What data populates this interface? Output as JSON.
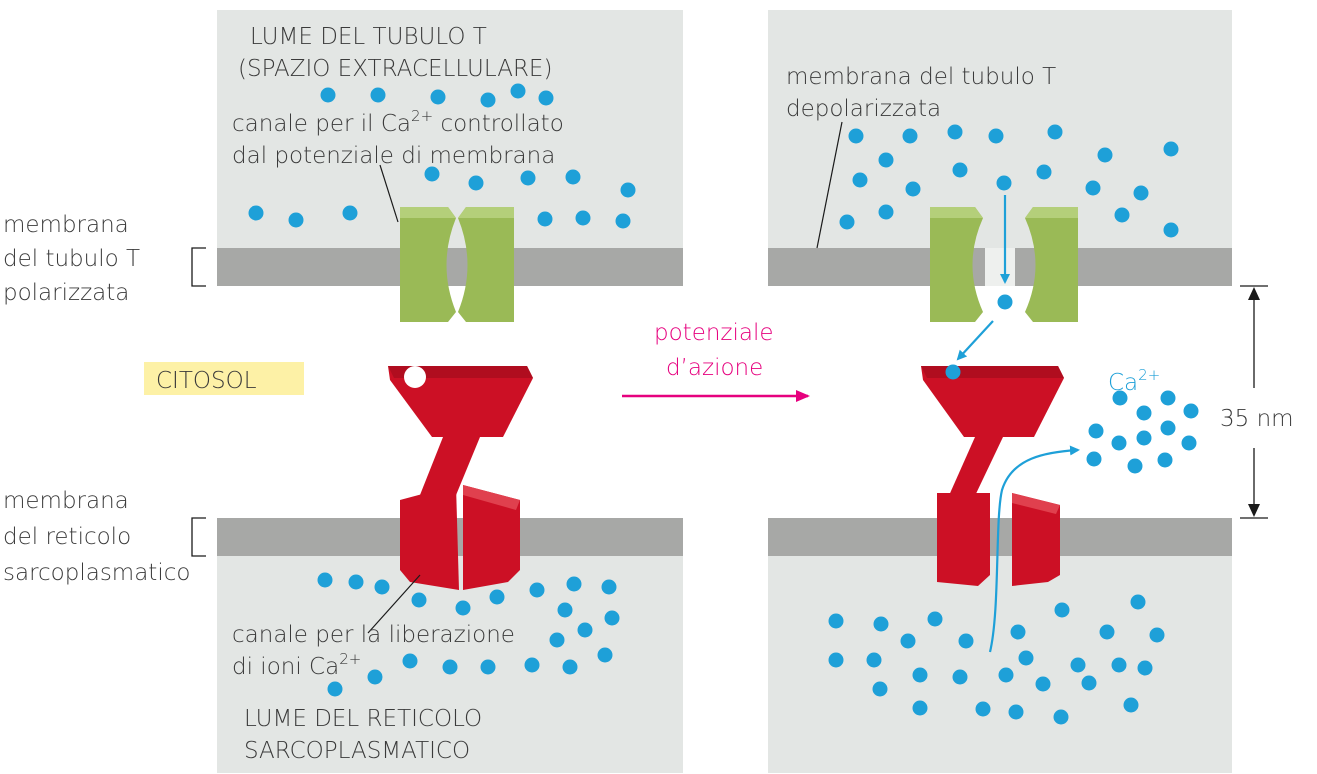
{
  "labels": {
    "lumen_t_line1": "LUME DEL TUBULO T",
    "lumen_t_line2": "(SPAZIO EXTRACELLULARE)",
    "ca_channel_line1": "canale per il Ca",
    "ca_sup": "2+",
    "ca_channel_line1_tail": " controllato",
    "ca_channel_line2": "dal potenziale di membrana",
    "membrane_t_line1": "membrana",
    "membrane_t_line2": "del tubulo T",
    "membrane_t_line3": "polarizzata",
    "cytosol": "CITOSOL",
    "membrane_sr_line1": "membrana",
    "membrane_sr_line2": "del reticolo",
    "membrane_sr_line3": "sarcoplasmatico",
    "release_line1": "canale per la liberazione",
    "release_line2": "di ioni Ca",
    "release_sup": "2+",
    "lumen_sr_line1": "LUME DEL RETICOLO",
    "lumen_sr_line2": "SARCOPLASMATICO",
    "action_line1": "potenziale",
    "action_line2": "d’azione",
    "depol_line1": "membrana del tubulo T",
    "depol_line2": "depolarizzata",
    "ca_ions": "Ca",
    "ca_ions_sup": "2+",
    "distance": "35 nm"
  },
  "colors": {
    "compartment": "#e3e6e4",
    "membrane": "#a7a8a6",
    "voltage_channel": "#9aba56",
    "release_channel": "#cc1025",
    "ion": "#1ea0d8",
    "action_potential": "#e6007e",
    "cytosol_box": "#fdf1a6",
    "text": "#3a3a3a"
  },
  "icons": {
    "voltage_channel": "voltage-gated-ca-channel-icon",
    "release_channel": "ryanodine-receptor-icon",
    "ion": "calcium-ion-icon"
  }
}
